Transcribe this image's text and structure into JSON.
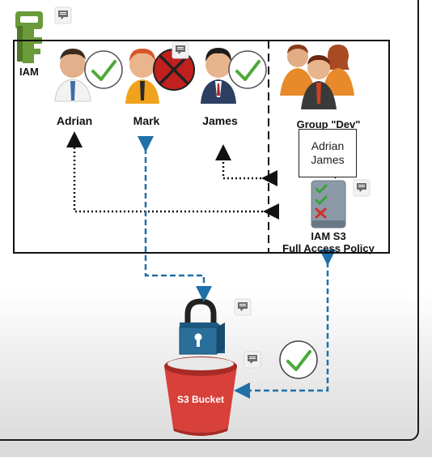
{
  "iam": {
    "label": "IAM"
  },
  "users": [
    {
      "name": "Adrian",
      "status": "allowed"
    },
    {
      "name": "Mark",
      "status": "denied"
    },
    {
      "name": "James",
      "status": "allowed"
    }
  ],
  "group": {
    "label": "Group \"Dev\"",
    "members": [
      "Adrian",
      "James"
    ]
  },
  "policy": {
    "title_line1": "IAM S3",
    "title_line2": "Full Access Policy"
  },
  "bucket": {
    "label": "S3 Bucket",
    "access": "allowed"
  },
  "colors": {
    "iam_green": "#6a9a3a",
    "check_green": "#4caa3a",
    "deny_red": "#c0201e",
    "arrow_blue": "#1f6fa8",
    "lock_blue": "#2a6f9a",
    "bucket_red": "#d8403a",
    "note_gray": "#7a7a7a"
  }
}
